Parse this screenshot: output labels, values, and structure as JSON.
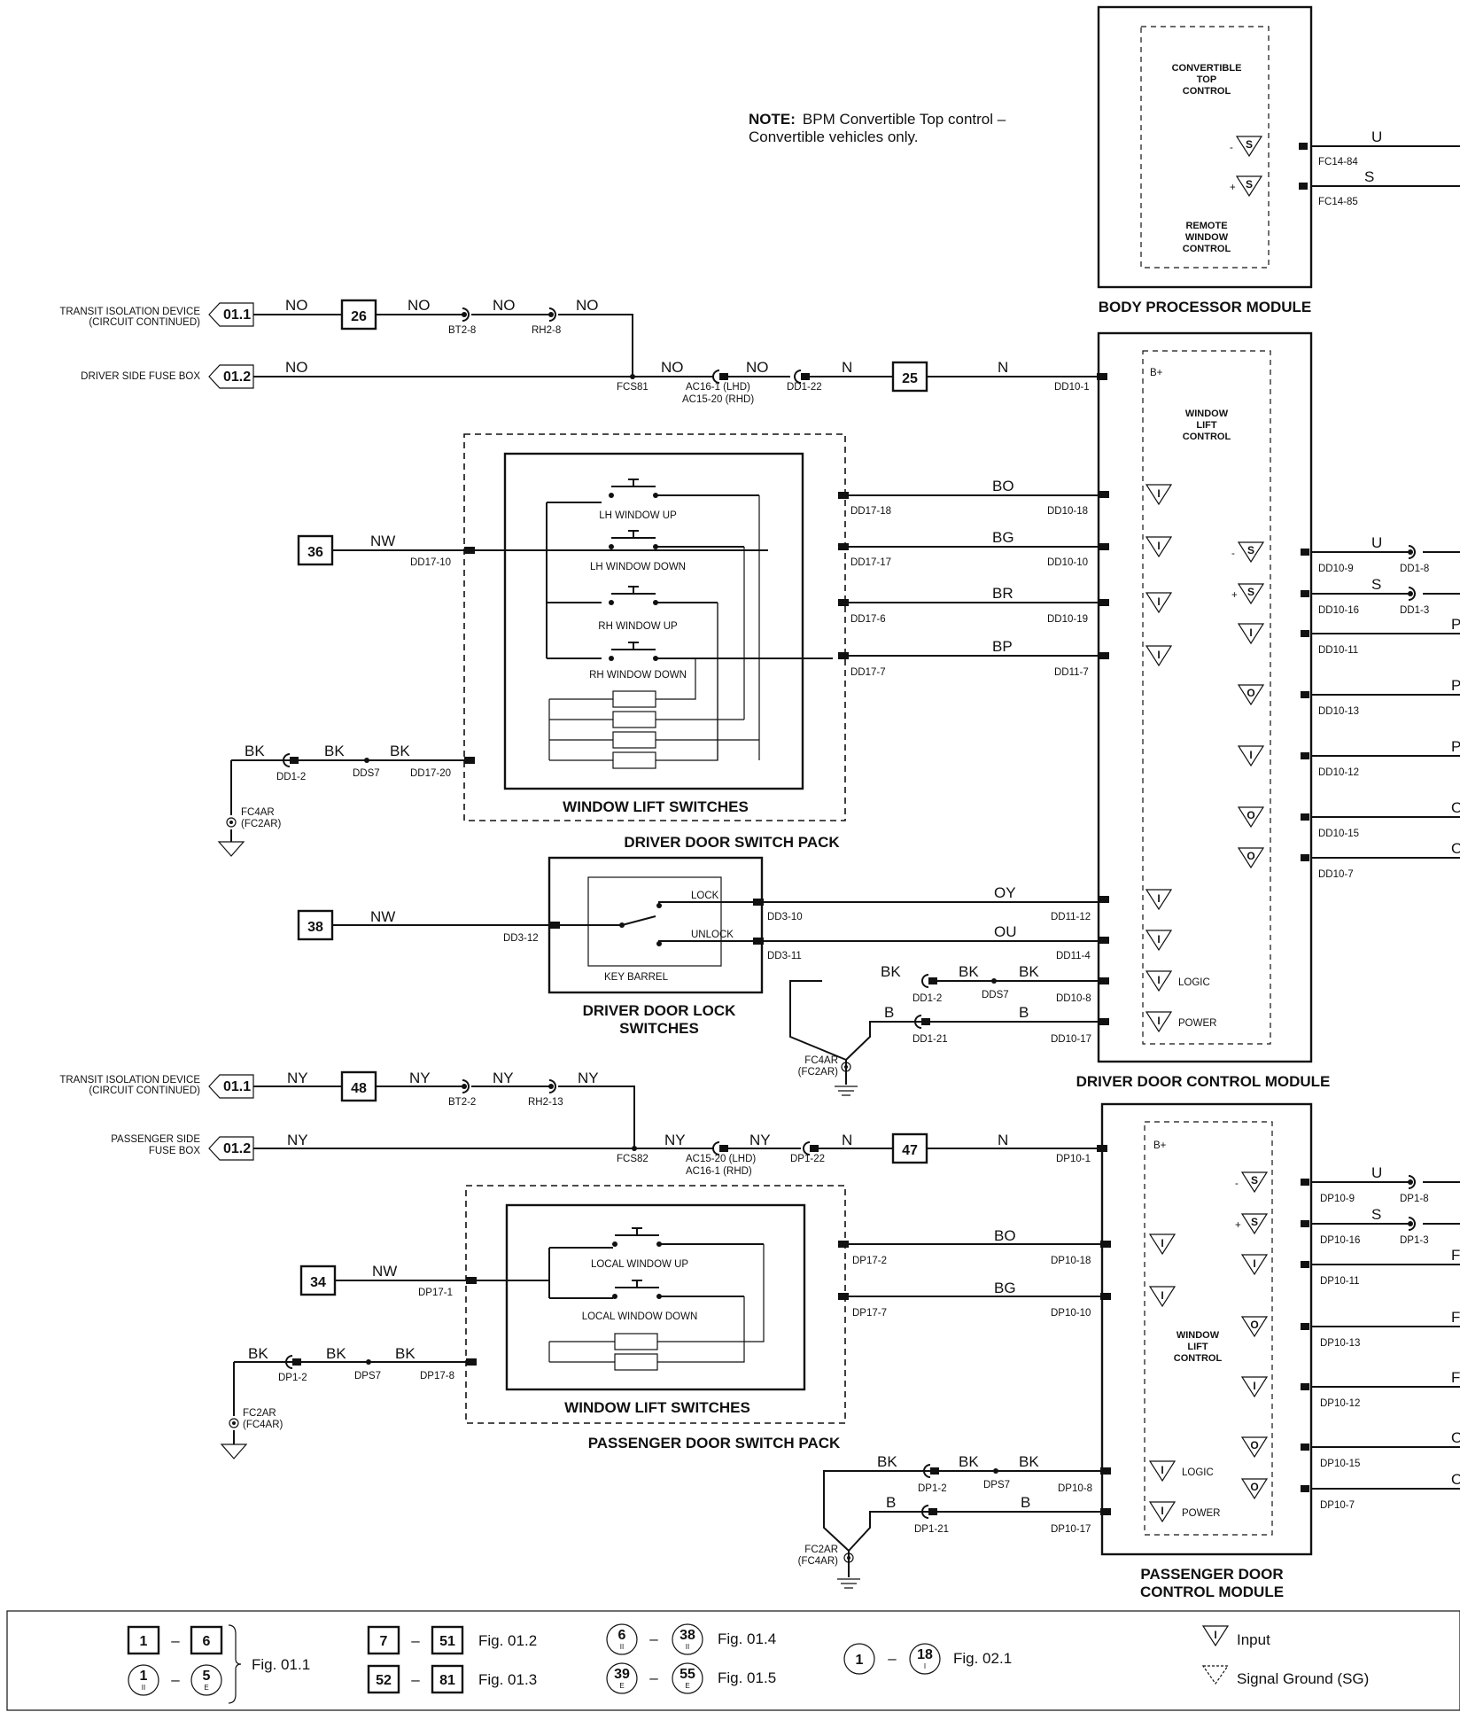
{
  "note": {
    "bold": "NOTE:",
    "line1": "BPM Convertible Top control –",
    "line2": "Convertible vehicles only."
  },
  "bpm": {
    "title": "BODY PROCESSOR MODULE",
    "convertible": [
      "CONVERTIBLE",
      "TOP",
      "CONTROL"
    ],
    "remote": [
      "REMOTE",
      "WINDOW",
      "CONTROL"
    ],
    "pins": [
      "FC14-84",
      "FC14-85"
    ],
    "wires": [
      "U",
      "S"
    ]
  },
  "driver_supply": {
    "transit_label": [
      "TRANSIT ISOLATION DEVICE",
      "(CIRCUIT CONTINUED)"
    ],
    "fuse_label": "DRIVER SIDE FUSE BOX",
    "ref1": "01.1",
    "ref2": "01.2",
    "box26": "26",
    "box25": "25",
    "wire_no": "NO",
    "wire_n": "N",
    "conn": [
      "BT2-8",
      "RH2-8",
      "FCS81",
      "AC16-1 (LHD)",
      "AC15-20 (RHD)",
      "DD1-22",
      "DD10-1"
    ],
    "bplus": "B+"
  },
  "driver_switch_pack": {
    "title": "DRIVER DOOR SWITCH PACK",
    "inner": "WINDOW LIFT SWITCHES",
    "switches": [
      "LH WINDOW UP",
      "LH WINDOW DOWN",
      "RH WINDOW UP",
      "RH WINDOW DOWN"
    ],
    "box36": "36",
    "nw": "NW",
    "in_pin": "DD17-10",
    "out_pins": [
      "DD17-18",
      "DD17-17",
      "DD17-6",
      "DD17-7"
    ],
    "wires": [
      "BO",
      "BG",
      "BR",
      "BP"
    ],
    "dcm_pins": [
      "DD10-18",
      "DD10-10",
      "DD10-19",
      "DD11-7"
    ],
    "gnd_wire": "BK",
    "gnd_pins": [
      "DD1-2",
      "DDS7",
      "DD17-20"
    ],
    "ground": [
      "FC4AR",
      "(FC2AR)"
    ]
  },
  "driver_lock": {
    "title": [
      "DRIVER DOOR LOCK",
      "SWITCHES"
    ],
    "key": "KEY BARREL",
    "lock": "LOCK",
    "unlock": "UNLOCK",
    "box38": "38",
    "nw": "NW",
    "in_pin": "DD3-12",
    "pins": [
      "DD3-10",
      "DD3-11"
    ],
    "wires": [
      "OY",
      "OU"
    ],
    "dcm_pins": [
      "DD11-12",
      "DD11-4"
    ]
  },
  "driver_dcm": {
    "title": "DRIVER DOOR CONTROL MODULE",
    "inner": [
      "WINDOW",
      "LIFT",
      "CONTROL"
    ],
    "logic": "LOGIC",
    "power": "POWER",
    "gnd_pins": [
      "DD1-2",
      "DDS7",
      "DD10-8",
      "DD1-21",
      "DD10-17"
    ],
    "gnd_wires": [
      "BK",
      "B"
    ],
    "ground": [
      "FC4AR",
      "(FC2AR)"
    ],
    "right_pins": [
      "DD10-9",
      "DD10-16",
      "DD10-11",
      "DD10-13",
      "DD10-12",
      "DD10-15",
      "DD10-7"
    ],
    "right_conn": [
      "DD1-8",
      "DD1-3"
    ],
    "right_wires": [
      "U",
      "S",
      "P",
      "P",
      "P",
      "O",
      "O"
    ]
  },
  "pass_supply": {
    "transit_label": [
      "TRANSIT ISOLATION DEVICE",
      "(CIRCUIT CONTINUED)"
    ],
    "fuse_label": [
      "PASSENGER SIDE",
      "FUSE BOX"
    ],
    "ref1": "01.1",
    "ref2": "01.2",
    "box48": "48",
    "box47": "47",
    "wire_ny": "NY",
    "wire_n": "N",
    "conn": [
      "BT2-2",
      "RH2-13",
      "FCS82",
      "AC15-20 (LHD)",
      "AC16-1 (RHD)",
      "DP1-22",
      "DP10-1"
    ],
    "bplus": "B+"
  },
  "pass_switch_pack": {
    "title": "PASSENGER DOOR SWITCH PACK",
    "inner": "WINDOW LIFT SWITCHES",
    "switches": [
      "LOCAL WINDOW UP",
      "LOCAL WINDOW DOWN"
    ],
    "box34": "34",
    "nw": "NW",
    "in_pin": "DP17-1",
    "out_pins": [
      "DP17-2",
      "DP17-7"
    ],
    "wires": [
      "BO",
      "BG"
    ],
    "dcm_pins": [
      "DP10-18",
      "DP10-10"
    ],
    "gnd_wire": "BK",
    "gnd_pins": [
      "DP1-2",
      "DPS7",
      "DP17-8"
    ],
    "ground": [
      "FC2AR",
      "(FC4AR)"
    ]
  },
  "pass_dcm": {
    "title": [
      "PASSENGER DOOR",
      "CONTROL MODULE"
    ],
    "inner": [
      "WINDOW",
      "LIFT",
      "CONTROL"
    ],
    "logic": "LOGIC",
    "power": "POWER",
    "gnd_pins": [
      "DP1-2",
      "DPS7",
      "DP10-8",
      "DP1-21",
      "DP10-17"
    ],
    "gnd_wires": [
      "BK",
      "B"
    ],
    "ground": [
      "FC2AR",
      "(FC4AR)"
    ],
    "right_pins": [
      "DP10-9",
      "DP10-16",
      "DP10-11",
      "DP10-13",
      "DP10-12",
      "DP10-15",
      "DP10-7"
    ],
    "right_conn": [
      "DP1-8",
      "DP1-3"
    ],
    "right_wires": [
      "U",
      "S",
      "F",
      "F",
      "F",
      "O",
      "O"
    ]
  },
  "symbols": {
    "S": "S",
    "O": "O",
    "I": "I",
    "minus": "-",
    "plus": "+"
  },
  "legend": {
    "items": [
      {
        "from": "1",
        "to": "6",
        "fig": "Fig. 01.1"
      },
      {
        "from": "7",
        "to": "51",
        "fig": "Fig. 01.2"
      },
      {
        "from": "52",
        "to": "81",
        "fig": "Fig. 01.3"
      },
      {
        "from": "6",
        "from_sub": "II",
        "to": "38",
        "to_sub": "II",
        "fig": "Fig. 01.4"
      },
      {
        "from": "39",
        "from_sub": "E",
        "to": "55",
        "to_sub": "E",
        "fig": "Fig. 01.5"
      },
      {
        "from": "1",
        "from_sub": "II",
        "to": "5",
        "to_sub": "E"
      },
      {
        "from": "1",
        "to": "18",
        "to_sub": "I",
        "fig": "Fig. 02.1"
      }
    ],
    "dash": "–",
    "input": "Input",
    "signal_ground": "Signal Ground (SG)"
  }
}
